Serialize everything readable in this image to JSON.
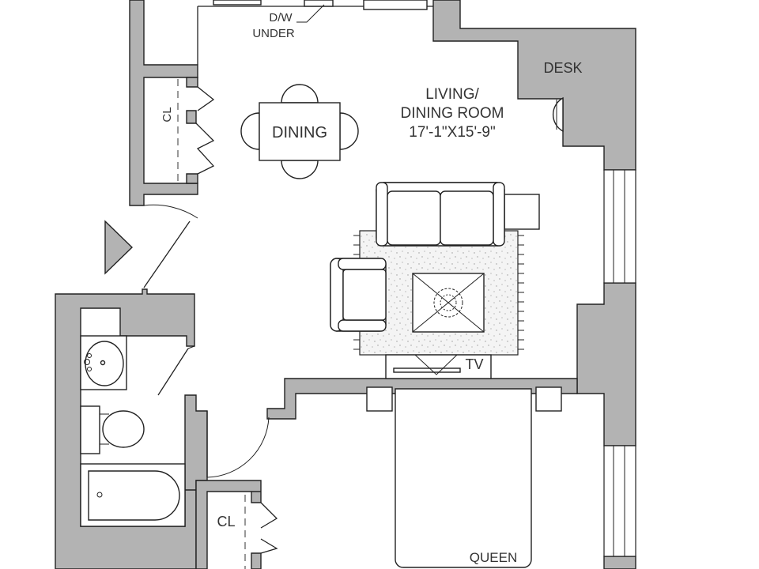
{
  "labels": {
    "dw_line1": "D/W",
    "dw_line2": "UNDER",
    "desk": "DESK",
    "room_line1": "LIVING/",
    "room_line2": "DINING ROOM",
    "room_line3": "17'-1\"X15'-9\"",
    "dining": "DINING",
    "closet_upper": "CL",
    "closet_lower": "CL",
    "tv": "TV",
    "queen": "QUEEN"
  }
}
